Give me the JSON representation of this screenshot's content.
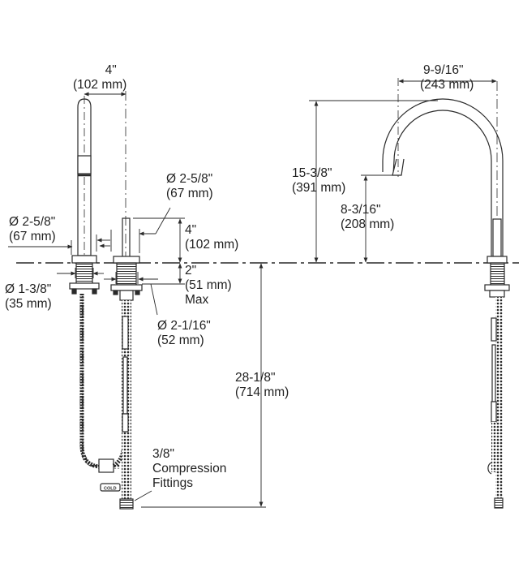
{
  "diagram": {
    "type": "technical-dimension-drawing",
    "subject": "two-hole kitchen faucet with pull-down spray and side control",
    "views": [
      "side-view-left",
      "front-view-right"
    ],
    "colors": {
      "line": "#2a2a2a",
      "background": "#ffffff",
      "text": "#1f1f1f"
    }
  },
  "dimensions": {
    "spout_offset_left": {
      "imperial": "4\"",
      "metric": "(102 mm)"
    },
    "handle_diameter": {
      "imperial": "Ø 2-5/8\"",
      "metric": "(67 mm)"
    },
    "spout_base_diameter": {
      "imperial": "Ø 2-5/8\"",
      "metric": "(67 mm)"
    },
    "handle_height": {
      "imperial": "4\"",
      "metric": "(102 mm)"
    },
    "deck_thickness": {
      "imperial": "2\"",
      "metric": "(51 mm)",
      "note": "Max"
    },
    "spout_hole_diameter": {
      "imperial": "Ø 1-3/8\"",
      "metric": "(35 mm)"
    },
    "handle_hole_diameter": {
      "imperial": "Ø 2-1/16\"",
      "metric": "(52 mm)"
    },
    "supply_length": {
      "imperial": "28-1/8\"",
      "metric": "(714 mm)"
    },
    "spout_reach": {
      "imperial": "9-9/16\"",
      "metric": "(243 mm)"
    },
    "spout_height": {
      "imperial": "15-3/8\"",
      "metric": "(391 mm)"
    },
    "aerator_height": {
      "imperial": "8-3/16\"",
      "metric": "(208 mm)"
    }
  },
  "callouts": {
    "fittings": {
      "line1": "3/8\"",
      "line2": "Compression",
      "line3": "Fittings"
    },
    "supply_tag": "COLD"
  }
}
